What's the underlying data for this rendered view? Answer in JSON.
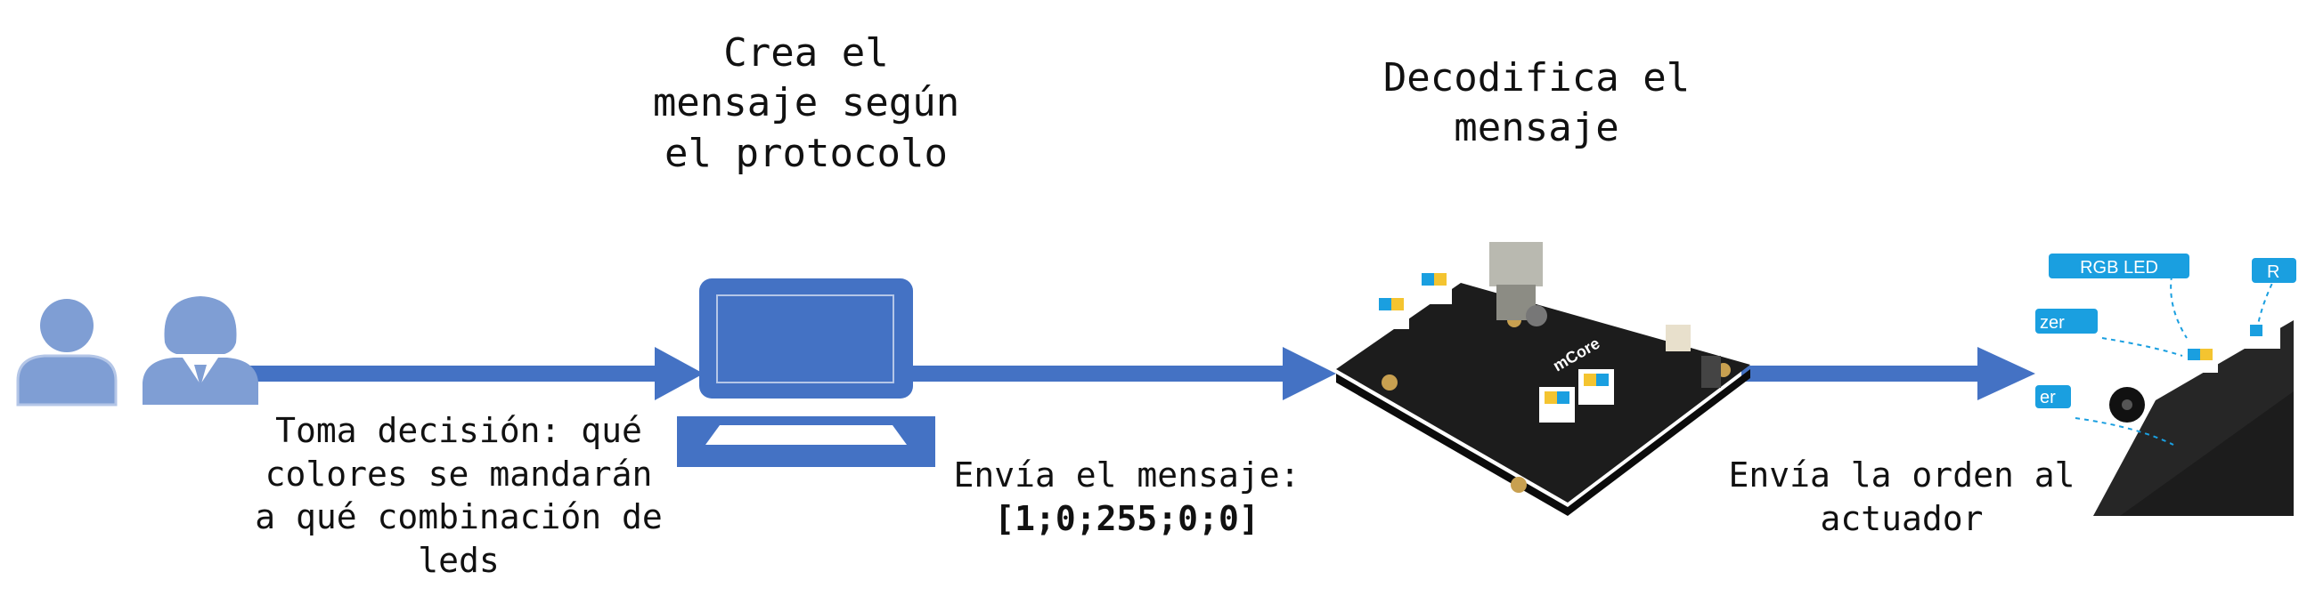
{
  "steps": {
    "laptop_title": [
      "Crea el",
      "mensaje según",
      "el protocolo"
    ],
    "board_title": [
      "Decodifica el",
      "mensaje"
    ]
  },
  "captions": {
    "user": [
      "Toma decisión: qué",
      "colores se mandarán",
      "a qué combinación de",
      "leds"
    ],
    "send_message": "Envía el mensaje:",
    "message_value": "[1;0;255;0;0]",
    "actuator": [
      "Envía la orden al",
      "actuador"
    ]
  },
  "photo_labels": {
    "rgb_led": "RGB LED",
    "rgb_led_2": "R",
    "buzzer_partial": "zer",
    "partial_label": "er",
    "board_logo": "mCore"
  },
  "colors": {
    "arrow": "#4472c4",
    "person": "#7f9ed4",
    "laptop": "#4472c4",
    "callout": "#1a9fe0",
    "board": "#1c1c1c"
  }
}
